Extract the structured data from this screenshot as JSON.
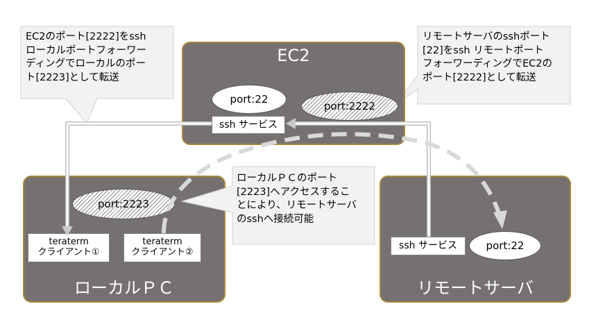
{
  "nodes": {
    "ec2": {
      "title": "EC2",
      "ssh_service": "ssh サービス",
      "port_plain": "port:22",
      "port_hatched": "port:2222"
    },
    "local_pc": {
      "title": "ローカルＰＣ",
      "port_hatched": "port:2223",
      "client1": "teraterm\nクライアント①",
      "client2": "teraterm\nクライアント②"
    },
    "remote": {
      "title": "リモートサーバ",
      "ssh_service": "ssh サービス",
      "port_plain": "port:22"
    }
  },
  "callouts": {
    "local_forward": "EC2のポート[2222]をssh\nローカルポートフォーワー\nディングでローカルのポー\nト[2223]として転送",
    "remote_forward": "リモートサーバのsshポート\n[22]をssh リモートポート\nフォーワーディングでEC2の\nポート[2222]として転送",
    "access": "ローカルＰＣのポート\n[2223]へアクセスするこ\nとにより、リモートサーバ\nのsshへ接続可能"
  },
  "colors": {
    "box_fill": "#767171",
    "box_border": "#a8893a",
    "callout_fill": "#f2f2f2",
    "dashed": "#d9d9d9"
  }
}
